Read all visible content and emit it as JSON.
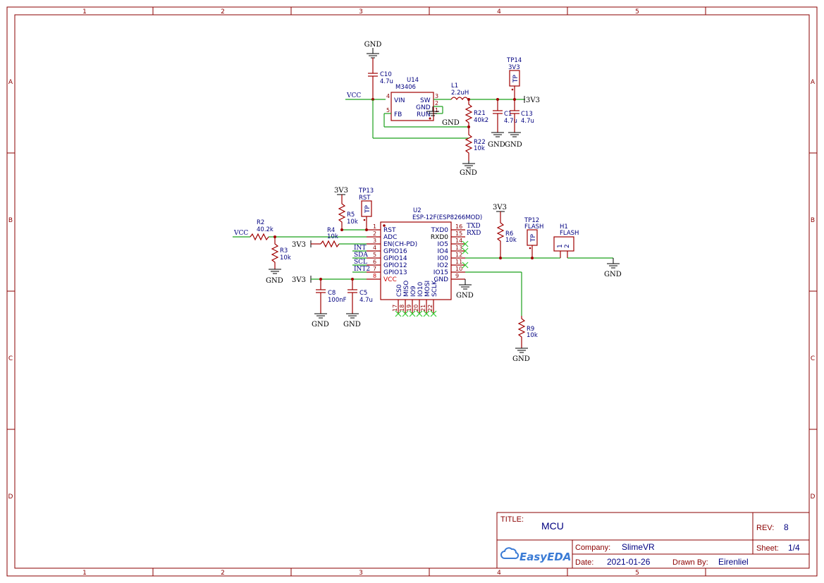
{
  "frame": {
    "columns": [
      "1",
      "2",
      "3",
      "4",
      "5"
    ],
    "rows": [
      "A",
      "B",
      "C",
      "D"
    ]
  },
  "title_block": {
    "title_label": "TITLE:",
    "title": "MCU",
    "rev_label": "REV:",
    "rev": "8",
    "company_label": "Company:",
    "company": "SlimeVR",
    "sheet_label": "Sheet:",
    "sheet": "1/4",
    "date_label": "Date:",
    "date": "2021-01-26",
    "drawn_label": "Drawn By:",
    "drawn_by": "Eirenliel",
    "logo_text": "EasyEDA",
    "logo_color": "#3a7bd5"
  },
  "power": {
    "gnd": "GND",
    "v33": "3V3",
    "vcc": "VCC"
  },
  "u14": {
    "ref": "U14",
    "value": "M3406",
    "pins": {
      "vin": "VIN",
      "sw": "SW",
      "gnd": "GND",
      "fb": "FB",
      "run": "RUN"
    },
    "nums": {
      "vin": "4",
      "sw": "3",
      "gnd": "2",
      "fb": "5",
      "run": "1"
    }
  },
  "components": {
    "c10": {
      "ref": "C10",
      "value": "4.7u"
    },
    "l1": {
      "ref": "L1",
      "value": "2.2uH"
    },
    "r21": {
      "ref": "R21",
      "value": "40k2"
    },
    "r22": {
      "ref": "R22",
      "value": "10k"
    },
    "c1": {
      "ref": "C1",
      "value": "4.7u"
    },
    "c13": {
      "ref": "C13",
      "value": "4.7u"
    },
    "tp14": {
      "ref": "TP14",
      "value": "3V3",
      "tp": "TP"
    },
    "tp13": {
      "ref": "TP13",
      "value": "RST",
      "tp": "TP"
    },
    "tp12": {
      "ref": "TP12",
      "value": "FLASH",
      "tp": "TP"
    },
    "r5": {
      "ref": "R5",
      "value": "10k"
    },
    "r2": {
      "ref": "R2",
      "value": "40.2k"
    },
    "r3": {
      "ref": "R3",
      "value": "10k"
    },
    "r4": {
      "ref": "R4",
      "value": "10k"
    },
    "c8": {
      "ref": "C8",
      "value": "100nF"
    },
    "c5": {
      "ref": "C5",
      "value": "4.7u"
    },
    "r6": {
      "ref": "R6",
      "value": "10k"
    },
    "r9": {
      "ref": "R9",
      "value": "10k"
    },
    "h1": {
      "ref": "H1",
      "value": "FLASH",
      "p1": "1",
      "p2": "2"
    }
  },
  "u2": {
    "ref": "U2",
    "value": "ESP-12F(ESP8266MOD)",
    "left_pins": [
      {
        "num": "1",
        "name": "RST"
      },
      {
        "num": "2",
        "name": "ADC"
      },
      {
        "num": "3",
        "name": "EN(CH-PD)"
      },
      {
        "num": "4",
        "name": "GPIO16"
      },
      {
        "num": "5",
        "name": "GPIO14"
      },
      {
        "num": "6",
        "name": "GPIO12"
      },
      {
        "num": "7",
        "name": "GPIO13"
      },
      {
        "num": "8",
        "name": "VCC"
      }
    ],
    "right_pins": [
      {
        "num": "16",
        "name": "TXD0"
      },
      {
        "num": "15",
        "name": "RXD0"
      },
      {
        "num": "14",
        "name": "IO5"
      },
      {
        "num": "13",
        "name": "IO4"
      },
      {
        "num": "12",
        "name": "IO0"
      },
      {
        "num": "11",
        "name": "IO2"
      },
      {
        "num": "10",
        "name": "IO15"
      },
      {
        "num": "9",
        "name": "GND"
      }
    ],
    "bottom_pins": [
      {
        "num": "17",
        "name": "CS0"
      },
      {
        "num": "18",
        "name": "MISO"
      },
      {
        "num": "19",
        "name": "IO9"
      },
      {
        "num": "20",
        "name": "IO10"
      },
      {
        "num": "21",
        "name": "MOSI"
      },
      {
        "num": "22",
        "name": "SCLK"
      }
    ]
  },
  "net_labels": {
    "int": "INT",
    "sda": "SDA",
    "scl": "SCL",
    "int2": "INT2",
    "txd": "TXD",
    "rxd": "RXD"
  }
}
